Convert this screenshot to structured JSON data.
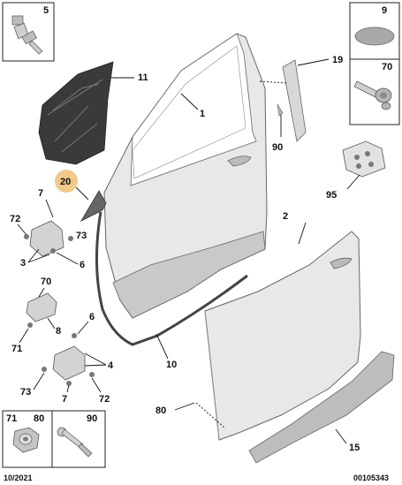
{
  "callouts": {
    "c1": "1",
    "c2": "2",
    "c3": "3",
    "c4": "4",
    "c5": "5",
    "c6a": "6",
    "c6b": "6",
    "c7a": "7",
    "c7b": "7",
    "c8": "8",
    "c9": "9",
    "c10": "10",
    "c11": "11",
    "c15": "15",
    "c19": "19",
    "c20": "20",
    "c70a": "70",
    "c70b": "70",
    "c71a": "71",
    "c71b": "71",
    "c72a": "72",
    "c72b": "72",
    "c73a": "73",
    "c73b": "73",
    "c80a": "80",
    "c80b": "80",
    "c90a": "90",
    "c90b": "90",
    "c95": "95"
  },
  "footer": {
    "date": "10/2021",
    "reference": "00105343"
  },
  "colors": {
    "highlight_badge": "#f2c98a",
    "part_fill": "#e8e8e8",
    "gasket": "#3a3a3a"
  }
}
